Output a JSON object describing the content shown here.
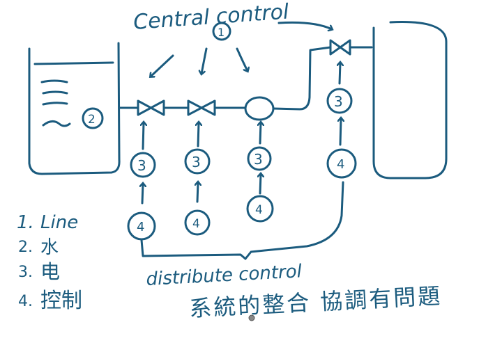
{
  "title": "Central control",
  "labels": {
    "central_node": "1",
    "tank_label": "2",
    "power": "3",
    "control": "4"
  },
  "legend": [
    {
      "number": "1.",
      "text": "Line"
    },
    {
      "number": "2.",
      "text": "水"
    },
    {
      "number": "3.",
      "text": "电"
    },
    {
      "number": "4.",
      "text": "控制"
    }
  ],
  "distribute_label": "distribute control",
  "note": "系統的整合 協調有問題",
  "colors": {
    "ink": "#1b5b7e",
    "background": "#ffffff"
  }
}
